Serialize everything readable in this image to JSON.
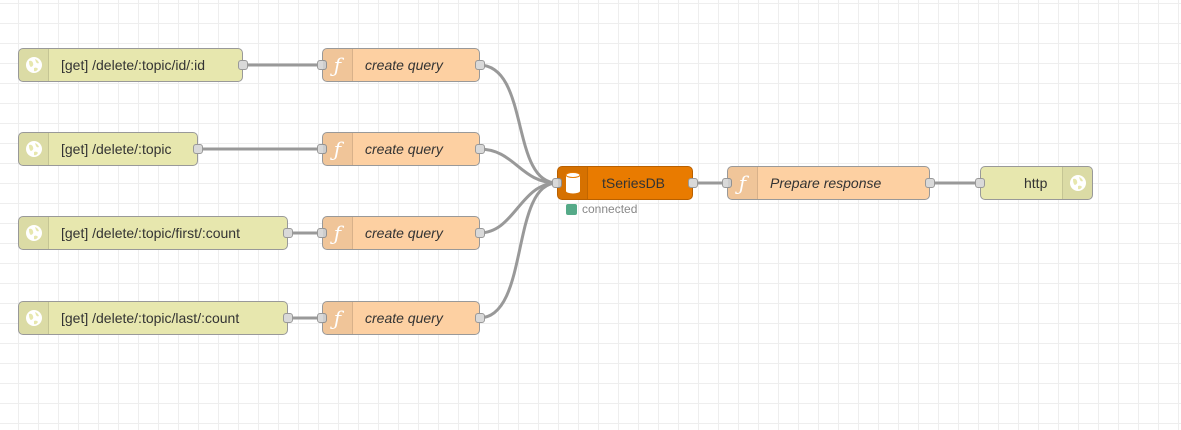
{
  "nodes": {
    "http_in_1": {
      "label": "[get] /delete/:topic/id/:id",
      "icon": "globe-icon"
    },
    "http_in_2": {
      "label": "[get] /delete/:topic",
      "icon": "globe-icon"
    },
    "http_in_3": {
      "label": "[get] /delete/:topic/first/:count",
      "icon": "globe-icon"
    },
    "http_in_4": {
      "label": "[get] /delete/:topic/last/:count",
      "icon": "globe-icon"
    },
    "func_1": {
      "label": "create query",
      "icon": "function-icon"
    },
    "func_2": {
      "label": "create query",
      "icon": "function-icon"
    },
    "func_3": {
      "label": "create query",
      "icon": "function-icon"
    },
    "func_4": {
      "label": "create query",
      "icon": "function-icon"
    },
    "db": {
      "label": "tSeriesDB",
      "icon": "database-icon",
      "status": "connected",
      "status_color": "#55aa88"
    },
    "prepare": {
      "label": "Prepare response",
      "icon": "function-icon"
    },
    "http_out": {
      "label": "http",
      "icon": "globe-icon"
    }
  },
  "colors": {
    "http_node": "#e7e7ae",
    "function_node": "#fdd0a2",
    "database_node": "#e97b00",
    "wire": "#999999"
  }
}
